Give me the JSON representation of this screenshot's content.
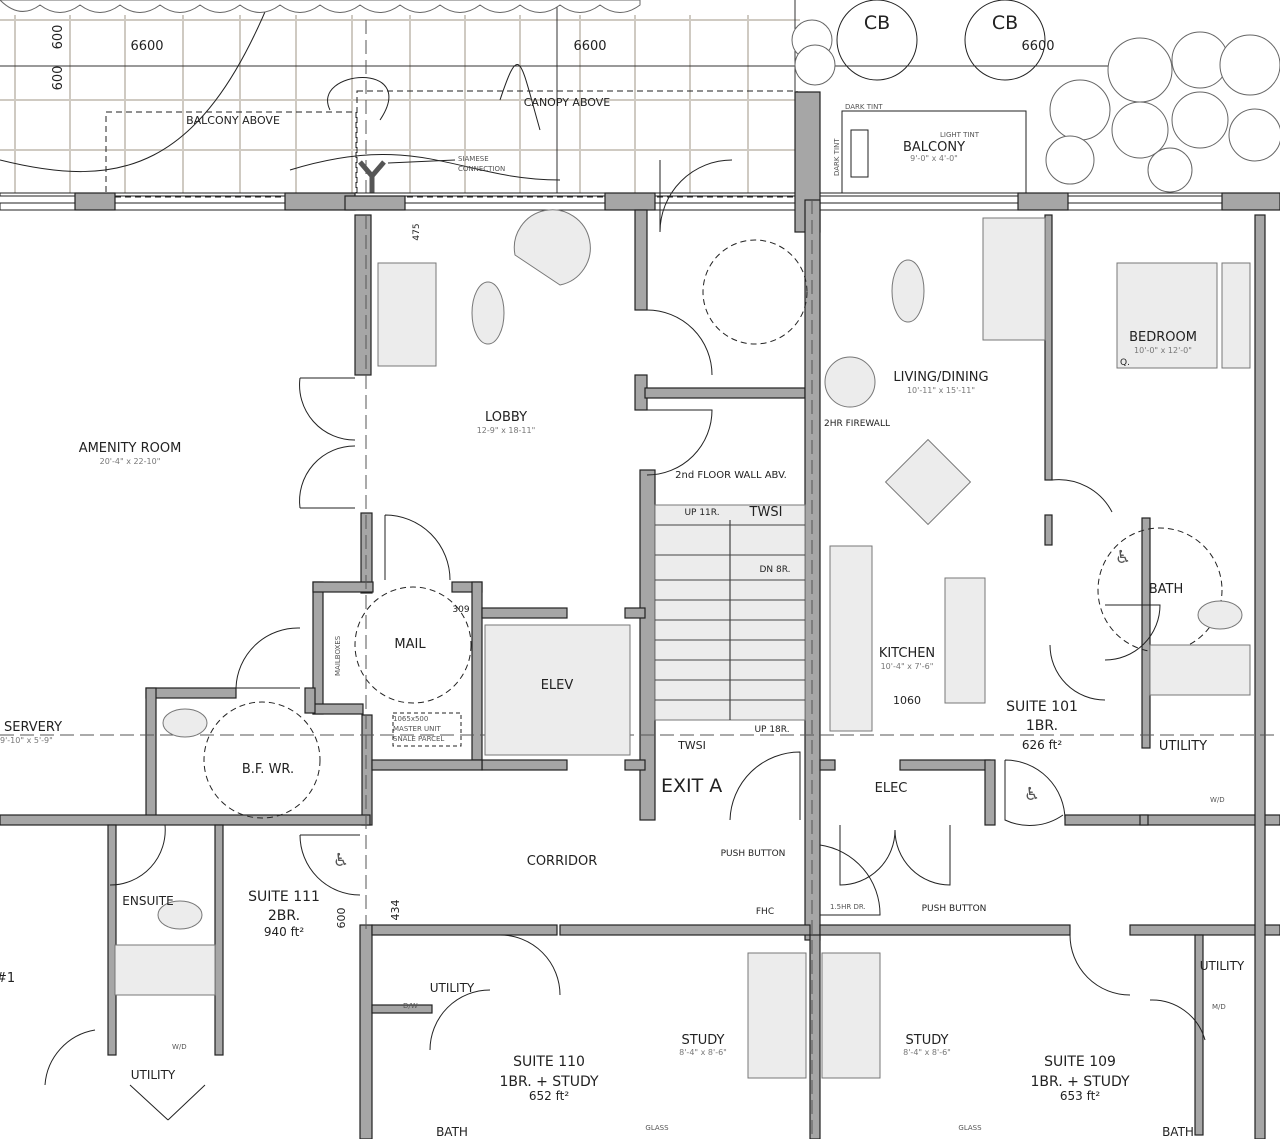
{
  "site": {
    "dimensions": [
      "6600",
      "6600",
      "6600",
      "600",
      "600"
    ],
    "balcony_above": "BALCONY ABOVE",
    "canopy_above": "CANOPY ABOVE",
    "siamese_connection": [
      "SIAMESE",
      "CONNECTION"
    ],
    "cb_labels": [
      "CB",
      "CB"
    ],
    "dark_tint": [
      "DARK TINT",
      "DARK TINT"
    ],
    "light_tint": "LIGHT TINT",
    "balcony": {
      "name": "BALCONY",
      "size": "9'-0\" x 4'-0\""
    }
  },
  "rooms": {
    "amenity": {
      "name": "AMENITY ROOM",
      "size": "20'-4\"  x 22-10\""
    },
    "lobby": {
      "name": "LOBBY",
      "size": "12-9\" x 18-11\"",
      "dim": "475"
    },
    "living": {
      "name": "LIVING/DINING",
      "size": "10'-11\" x 15'-11\""
    },
    "bedroom": {
      "name": "BEDROOM",
      "size": "10'-0\" x 12'-0\"",
      "bed": "Q."
    },
    "firewall": "2HR FIREWALL",
    "wall_above": "2nd FLOOR WALL ABV.",
    "stair": {
      "up11": "UP 11R.",
      "twsi_top": "TWSI",
      "dn8": "DN 8R.",
      "up18": "UP 18R.",
      "twsi_bottom": "TWSI",
      "exit": "EXIT A"
    },
    "mail": {
      "name": "MAIL",
      "mailboxes": "MAILBOXES",
      "dim": "309",
      "parcel": [
        "1065x500",
        "MASTER UNIT",
        "SNALE PARCEL"
      ]
    },
    "elev": "ELEV",
    "servery": {
      "name": "SERVERY",
      "size": "9'-10\" x 5'-9\""
    },
    "bfwr": "B.F. WR.",
    "kitchen": {
      "name": "KITCHEN",
      "size": "10'-4\" x 7'-6\"",
      "dim": "1060"
    },
    "suite101": {
      "name": "SUITE 101",
      "type": "1BR.",
      "area": "626 ft²",
      "bath": "BATH",
      "utility": "UTILITY",
      "wd": "W/D"
    },
    "elec": "ELEC",
    "push_button": [
      "PUSH BUTTON",
      "PUSH BUTTON"
    ],
    "door_rating": "1.5HR DR.",
    "fhc": "FHC",
    "corridor": "CORRIDOR",
    "suite111": {
      "name": "SUITE 111",
      "type": "2BR.",
      "area": "940 ft²",
      "dims": [
        "600",
        "434"
      ],
      "ensuite": "ENSUITE",
      "utility": "UTILITY",
      "wd": "W/D",
      "bedroom_num": "#1"
    },
    "suite110": {
      "name": "SUITE 110",
      "type": "1BR. + STUDY",
      "area": "652 ft²",
      "utility": "UTILITY",
      "dw": "D/W",
      "bath": "BATH",
      "study": "STUDY",
      "study_size": "8'-4\" x 8'-6\"",
      "glass": "GLASS"
    },
    "suite109": {
      "name": "SUITE 109",
      "type": "1BR. + STUDY",
      "area": "653 ft²",
      "utility": "UTILITY",
      "md": "M/D",
      "bath": "BATH",
      "study": "STUDY",
      "study_size": "8'-4\" x 8'-6\"",
      "glass": "GLASS"
    }
  },
  "colors": {
    "wall": "#a6a6a6",
    "grid": "#cfcac2",
    "furniture": "#ececec",
    "line": "#222222"
  }
}
